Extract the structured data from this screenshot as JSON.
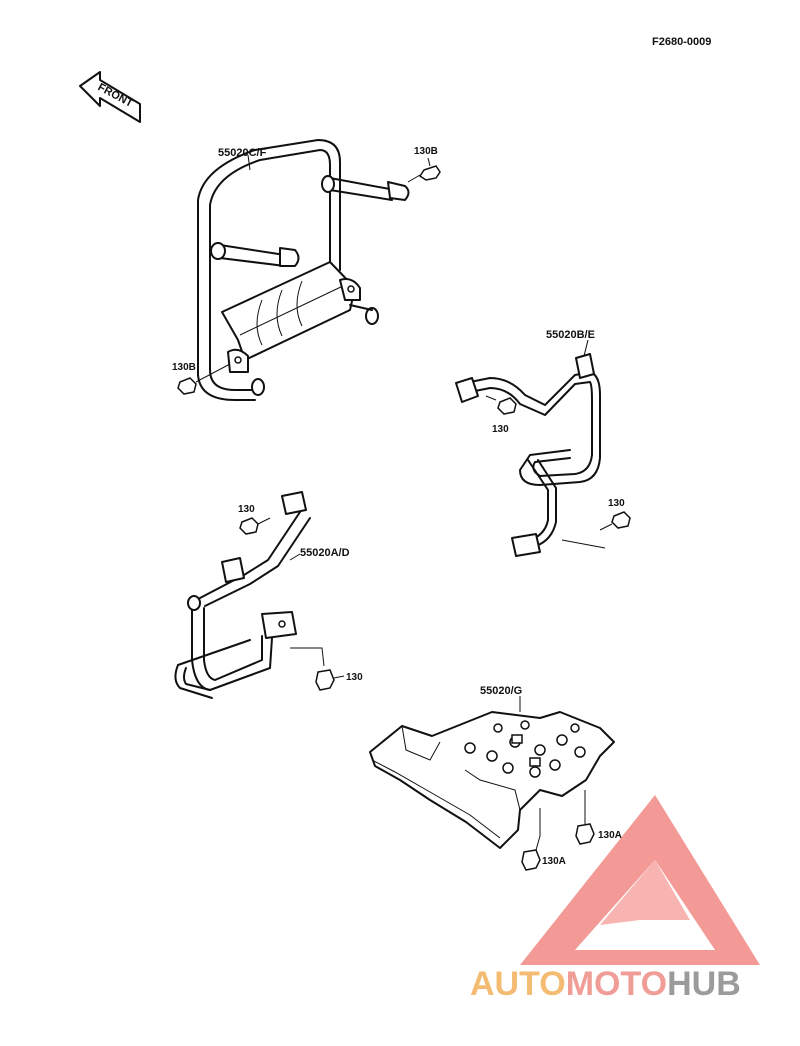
{
  "drawing_code": "F2680-0009",
  "front_label": "FRONT",
  "parts": {
    "guard_rear": "55020C/F",
    "guard_right": "55020B/E",
    "guard_left": "55020A/D",
    "skid_plate": "55020/G"
  },
  "bolts": {
    "b130b_top": "130B",
    "b130b_left": "130B",
    "b130_right_upper": "130",
    "b130_right_lower": "130",
    "b130_left_upper": "130",
    "b130_left_lower": "130",
    "b130a_upper": "130A",
    "b130a_lower": "130A"
  },
  "watermark": {
    "part1": "AUTO",
    "part2": "MOTO",
    "part3": "HUB",
    "colors": {
      "auto": "#f3b15a",
      "moto": "#ee8c86",
      "hub": "#8a8a8a",
      "triangle": "#ee6b65"
    }
  }
}
